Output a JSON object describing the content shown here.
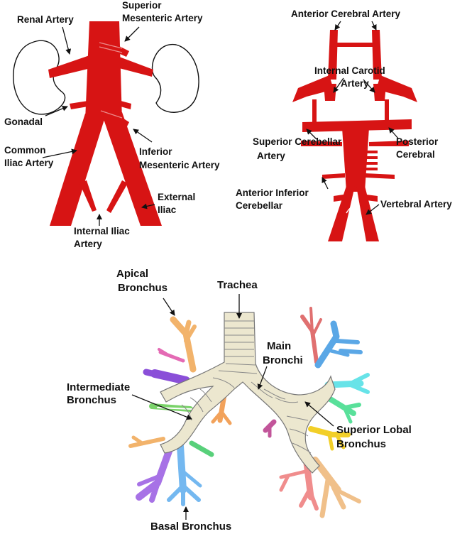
{
  "colors": {
    "artery": "#d71414",
    "airway_fill": "#ece7cf",
    "airway_outline": "#777777",
    "apical": "#f2b36b",
    "apical_pink": "#e46ab4",
    "intermediate_purple": "#8a4fd8",
    "intermediate_green": "#7ad36a",
    "lower_orange": "#f2a25b",
    "basal_purple": "#a772e6",
    "basal_blue": "#74b8f0",
    "basal_green": "#58d07a",
    "right_red": "#e07070",
    "right_blue": "#5aa7e6",
    "right_cyan": "#67e3e8",
    "right_green": "#59e09a",
    "superior_yellow": "#f2cf28",
    "magenta": "#c2559a",
    "salmon": "#f08d8d",
    "tan": "#f0c08a"
  },
  "abdominal": {
    "renal_artery": "Renal Artery",
    "superior_mesenteric_1": "Superior",
    "superior_mesenteric_2": "Mesenteric Artery",
    "gonadal": "Gonadal",
    "common_iliac_1": "Common",
    "common_iliac_2": "Iliac Artery",
    "inferior_mesenteric_1": "Inferior",
    "inferior_mesenteric_2": "Mesenteric Artery",
    "external_iliac_1": "External",
    "external_iliac_2": "Iliac",
    "internal_iliac_1": "Internal Iliac",
    "internal_iliac_2": "Artery"
  },
  "cerebral": {
    "anterior_cerebral": "Anterior Cerebral Artery",
    "internal_carotid_1": "Internal Carotid",
    "internal_carotid_2": "Artery",
    "superior_cerebellar_1": "Superior Cerebellar",
    "superior_cerebellar_2": "Artery",
    "posterior_cerebral_1": "Posterior",
    "posterior_cerebral_2": "Cerebral",
    "anterior_inferior_1": "Anterior Inferior",
    "anterior_inferior_2": "Cerebellar",
    "vertebral": "Vertebral Artery"
  },
  "bronchial": {
    "trachea": "Trachea",
    "apical_1": "Apical",
    "apical_2": "Bronchus",
    "main_bronchi_1": "Main",
    "main_bronchi_2": "Bronchi",
    "intermediate_1": "Intermediate",
    "intermediate_2": "Bronchus",
    "superior_lobal_1": "Superior Lobal",
    "superior_lobal_2": "Bronchus",
    "basal": "Basal Bronchus"
  }
}
